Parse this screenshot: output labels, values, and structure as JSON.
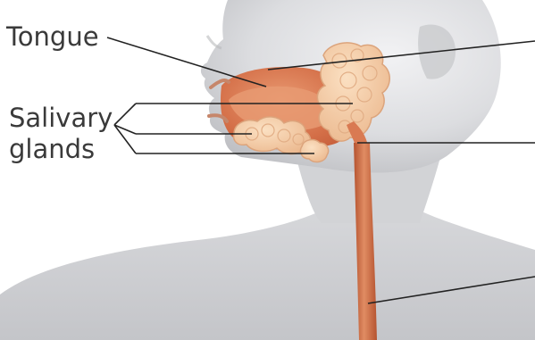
{
  "labels": {
    "tongue": "Tongue",
    "salivary_line1": "Salivary",
    "salivary_line2": "glands"
  },
  "colors": {
    "background": "#ffffff",
    "skin_light": "#e7e7e9",
    "skin_mid": "#cfd0d3",
    "skin_dark": "#a9aaae",
    "mouth_cavity": "#d9744e",
    "tongue": "#e08a60",
    "esophagus": "#c9633c",
    "esophagus_highlight": "#e08c63",
    "gland": "#f3c8a0",
    "gland_outline": "#dca47c",
    "leader_line": "#222222",
    "label_text": "#3a3a3a"
  }
}
